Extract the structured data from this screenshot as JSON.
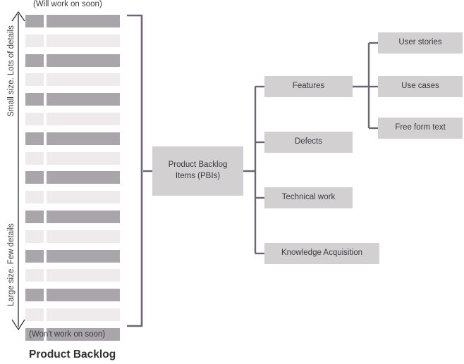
{
  "diagram": {
    "title": "Product Backlog",
    "caption_top": "(Will work on soon)",
    "caption_bottom": "(Won't work on soon)",
    "axis_label_top": "Small size. Lots of details",
    "axis_label_bottom": "Large size. Few details",
    "colors": {
      "bar_dark": "#a9a5ab",
      "bar_light": "#efeaec",
      "node_fill": "#d3d0d2",
      "connector": "#6b6575",
      "text": "#3b3b42"
    }
  },
  "backlog": {
    "row_count": 16,
    "rows": [
      {
        "shade": "dark"
      },
      {
        "shade": "light"
      },
      {
        "shade": "dark"
      },
      {
        "shade": "light"
      },
      {
        "shade": "dark"
      },
      {
        "shade": "light"
      },
      {
        "shade": "dark"
      },
      {
        "shade": "light"
      },
      {
        "shade": "dark"
      },
      {
        "shade": "light"
      },
      {
        "shade": "dark"
      },
      {
        "shade": "light"
      },
      {
        "shade": "dark"
      },
      {
        "shade": "light"
      },
      {
        "shade": "dark"
      },
      {
        "shade": "light"
      },
      {
        "shade": "dark"
      }
    ]
  },
  "tree": {
    "root": {
      "label_line1": "Product Backlog",
      "label_line2": "Items (PBIs)"
    },
    "level2": [
      {
        "label": "Features"
      },
      {
        "label": "Defects"
      },
      {
        "label": "Technical work"
      },
      {
        "label": "Knowledge Acquisition"
      }
    ],
    "level3": [
      {
        "label": "User stories"
      },
      {
        "label": "Use cases"
      },
      {
        "label": "Free form text"
      }
    ]
  }
}
